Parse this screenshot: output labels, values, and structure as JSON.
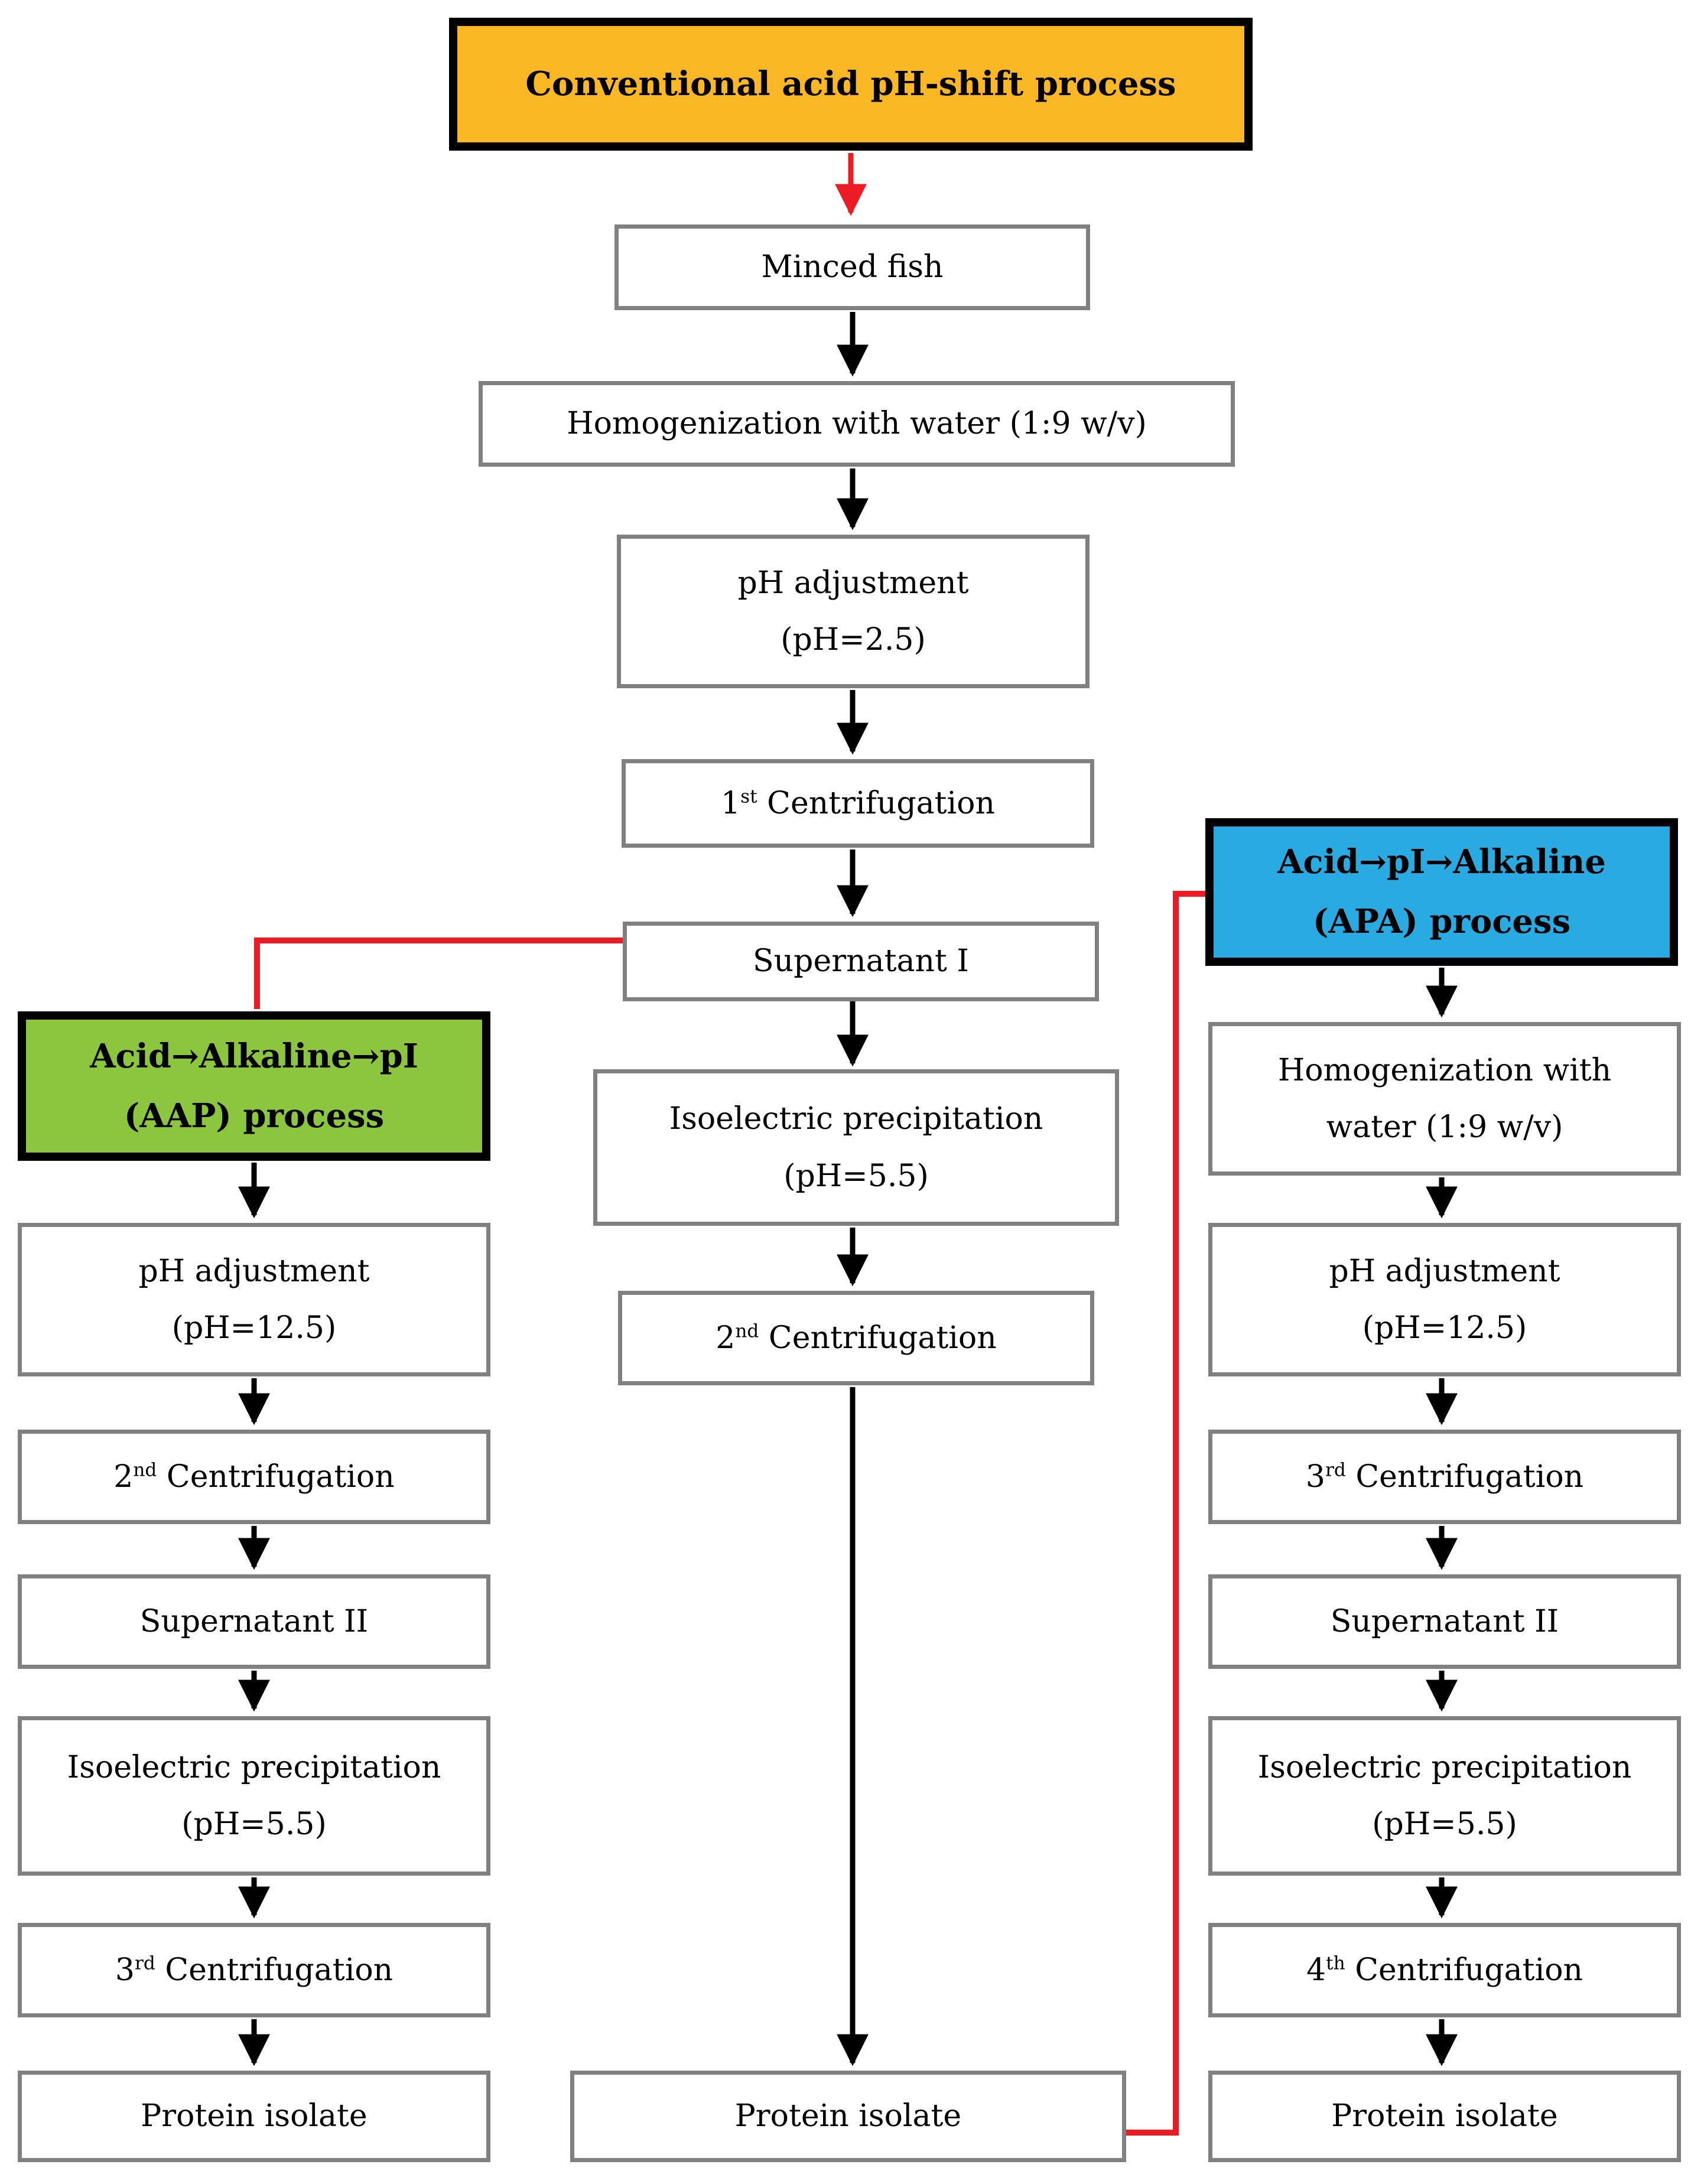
{
  "colors": {
    "header_orange": "#FBB824",
    "header_green": "#8CC63F",
    "header_blue": "#29ABE2",
    "connector_red": "#ED1C24",
    "box_border": "#808080",
    "header_border": "#000000",
    "text": "#000000"
  },
  "headers": {
    "conventional": {
      "label": "Conventional acid pH-shift process"
    },
    "aap": {
      "line1": "Acid→Alkaline→pI",
      "line2": "(AAP) process"
    },
    "apa": {
      "line1": "Acid→pI→Alkaline",
      "line2": "(APA) process"
    }
  },
  "center": {
    "minced_fish": {
      "label": "Minced fish"
    },
    "homogenization": {
      "label": "Homogenization with water (1:9 w/v)"
    },
    "ph_adjustment": {
      "line1": "pH adjustment",
      "line2": "(pH=2.5)"
    },
    "centrifugation_1": {
      "num": "1",
      "sup": "st",
      "rest": " Centrifugation"
    },
    "supernatant_1": {
      "label": "Supernatant I"
    },
    "isoelectric": {
      "line1": "Isoelectric precipitation",
      "line2": "(pH=5.5)"
    },
    "centrifugation_2": {
      "num": "2",
      "sup": "nd",
      "rest": " Centrifugation"
    },
    "protein_isolate": {
      "label": "Protein isolate"
    }
  },
  "aap_column": {
    "ph_adjustment": {
      "line1": "pH adjustment",
      "line2": "(pH=12.5)"
    },
    "centrifugation_2": {
      "num": "2",
      "sup": "nd",
      "rest": " Centrifugation"
    },
    "supernatant_2": {
      "label": "Supernatant II"
    },
    "isoelectric": {
      "line1": "Isoelectric precipitation",
      "line2": "(pH=5.5)"
    },
    "centrifugation_3": {
      "num": "3",
      "sup": "rd",
      "rest": " Centrifugation"
    },
    "protein_isolate": {
      "label": "Protein isolate"
    }
  },
  "apa_column": {
    "homogenization": {
      "line1": "Homogenization with",
      "line2": "water (1:9 w/v)"
    },
    "ph_adjustment": {
      "line1": "pH adjustment",
      "line2": "(pH=12.5)"
    },
    "centrifugation_3": {
      "num": "3",
      "sup": "rd",
      "rest": " Centrifugation"
    },
    "supernatant_2": {
      "label": "Supernatant II"
    },
    "isoelectric": {
      "line1": "Isoelectric precipitation",
      "line2": "(pH=5.5)"
    },
    "centrifugation_4": {
      "num": "4",
      "sup": "th",
      "rest": " Centrifugation"
    },
    "protein_isolate": {
      "label": "Protein isolate"
    }
  }
}
